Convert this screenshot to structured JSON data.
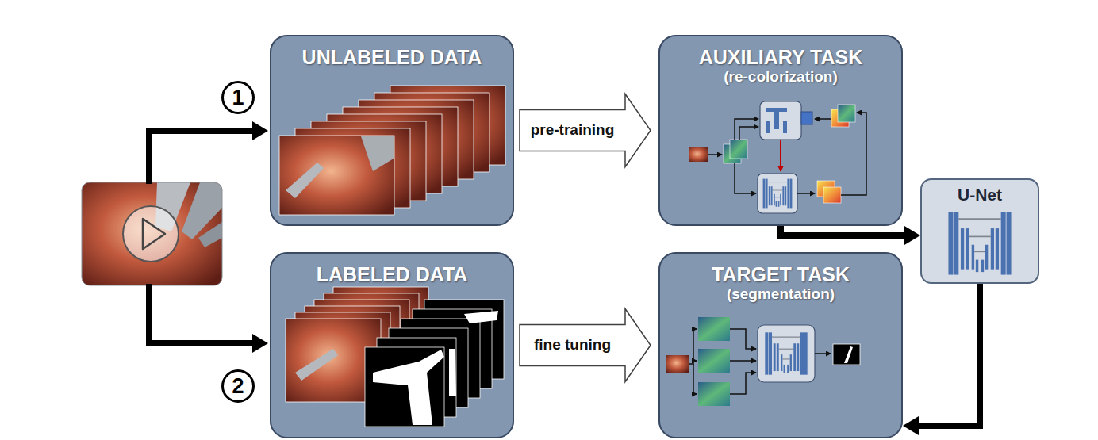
{
  "diagram": {
    "nodes": [
      {
        "text": [
          "UNLABELED DATA"
        ]
      },
      {
        "text": [
          "AUXILIARY TASK",
          "(re-colorization)"
        ]
      },
      {
        "text": [
          "U-Net"
        ]
      },
      {
        "text": [
          "LABELED DATA"
        ]
      },
      {
        "text": [
          "TARGET TASK",
          "(segmentation)"
        ]
      }
    ],
    "edges": [
      {
        "from": 0,
        "to": 1,
        "label": "pre-training",
        "arrow": "to"
      },
      {
        "from": 3,
        "to": 4,
        "label": "fine tuning",
        "arrow": "to"
      },
      {
        "from": 1,
        "to": 2,
        "arrow": "to"
      },
      {
        "from": 2,
        "to": 4,
        "arrow": "to"
      }
    ],
    "labels": [
      "1",
      "2"
    ]
  }
}
